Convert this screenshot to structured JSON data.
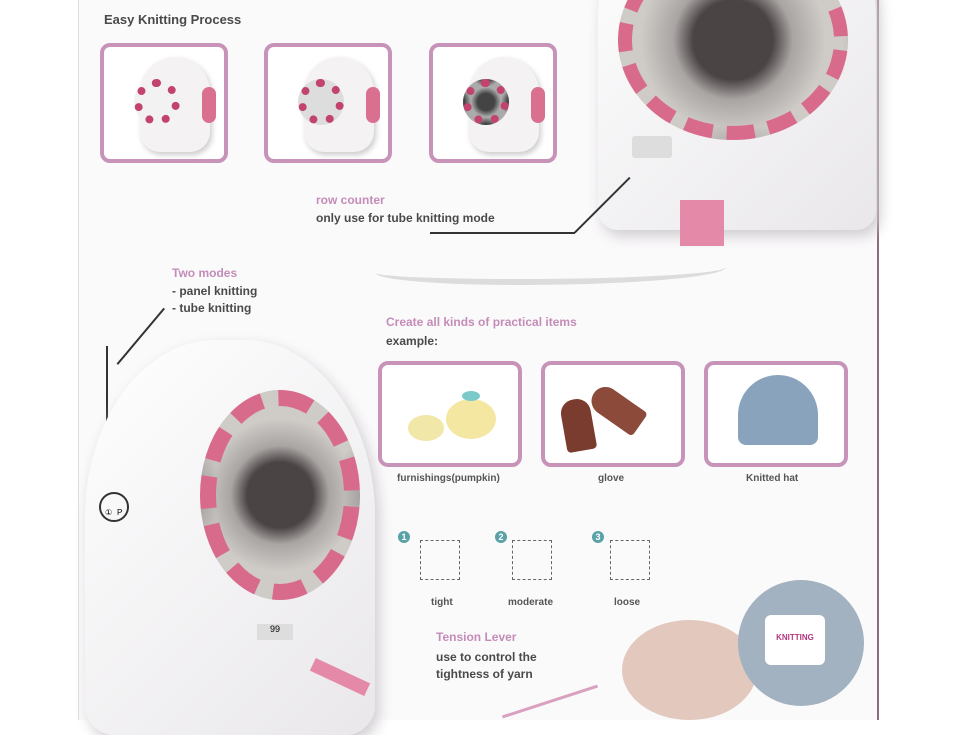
{
  "process": {
    "title": "Easy Knitting Process",
    "steps": [
      "step-1",
      "step-2",
      "step-3"
    ]
  },
  "row_counter": {
    "title": "row counter",
    "desc": "only use for tube knitting mode"
  },
  "modes": {
    "title": "Two modes",
    "items": [
      "- panel knitting",
      "- tube knitting"
    ]
  },
  "items": {
    "title": "Create all kinds of practical items",
    "subtitle": "example:",
    "list": [
      {
        "label": "furnishings(pumpkin)"
      },
      {
        "label": "glove"
      },
      {
        "label": "Knitted hat"
      }
    ]
  },
  "tension": {
    "steps": [
      {
        "num": "1",
        "label": "tight"
      },
      {
        "num": "2",
        "label": "moderate"
      },
      {
        "num": "3",
        "label": "loose"
      }
    ],
    "title": "Tension Lever",
    "desc1": "use to control the",
    "desc2": "tightness of yarn"
  },
  "machine": {
    "counter": "99",
    "mode_marks": [
      "①",
      "P"
    ]
  },
  "yarn_label": "KNITTING",
  "colors": {
    "accent": "#c893b9",
    "pink": "#d86b8c",
    "text": "#4a4a4a"
  }
}
